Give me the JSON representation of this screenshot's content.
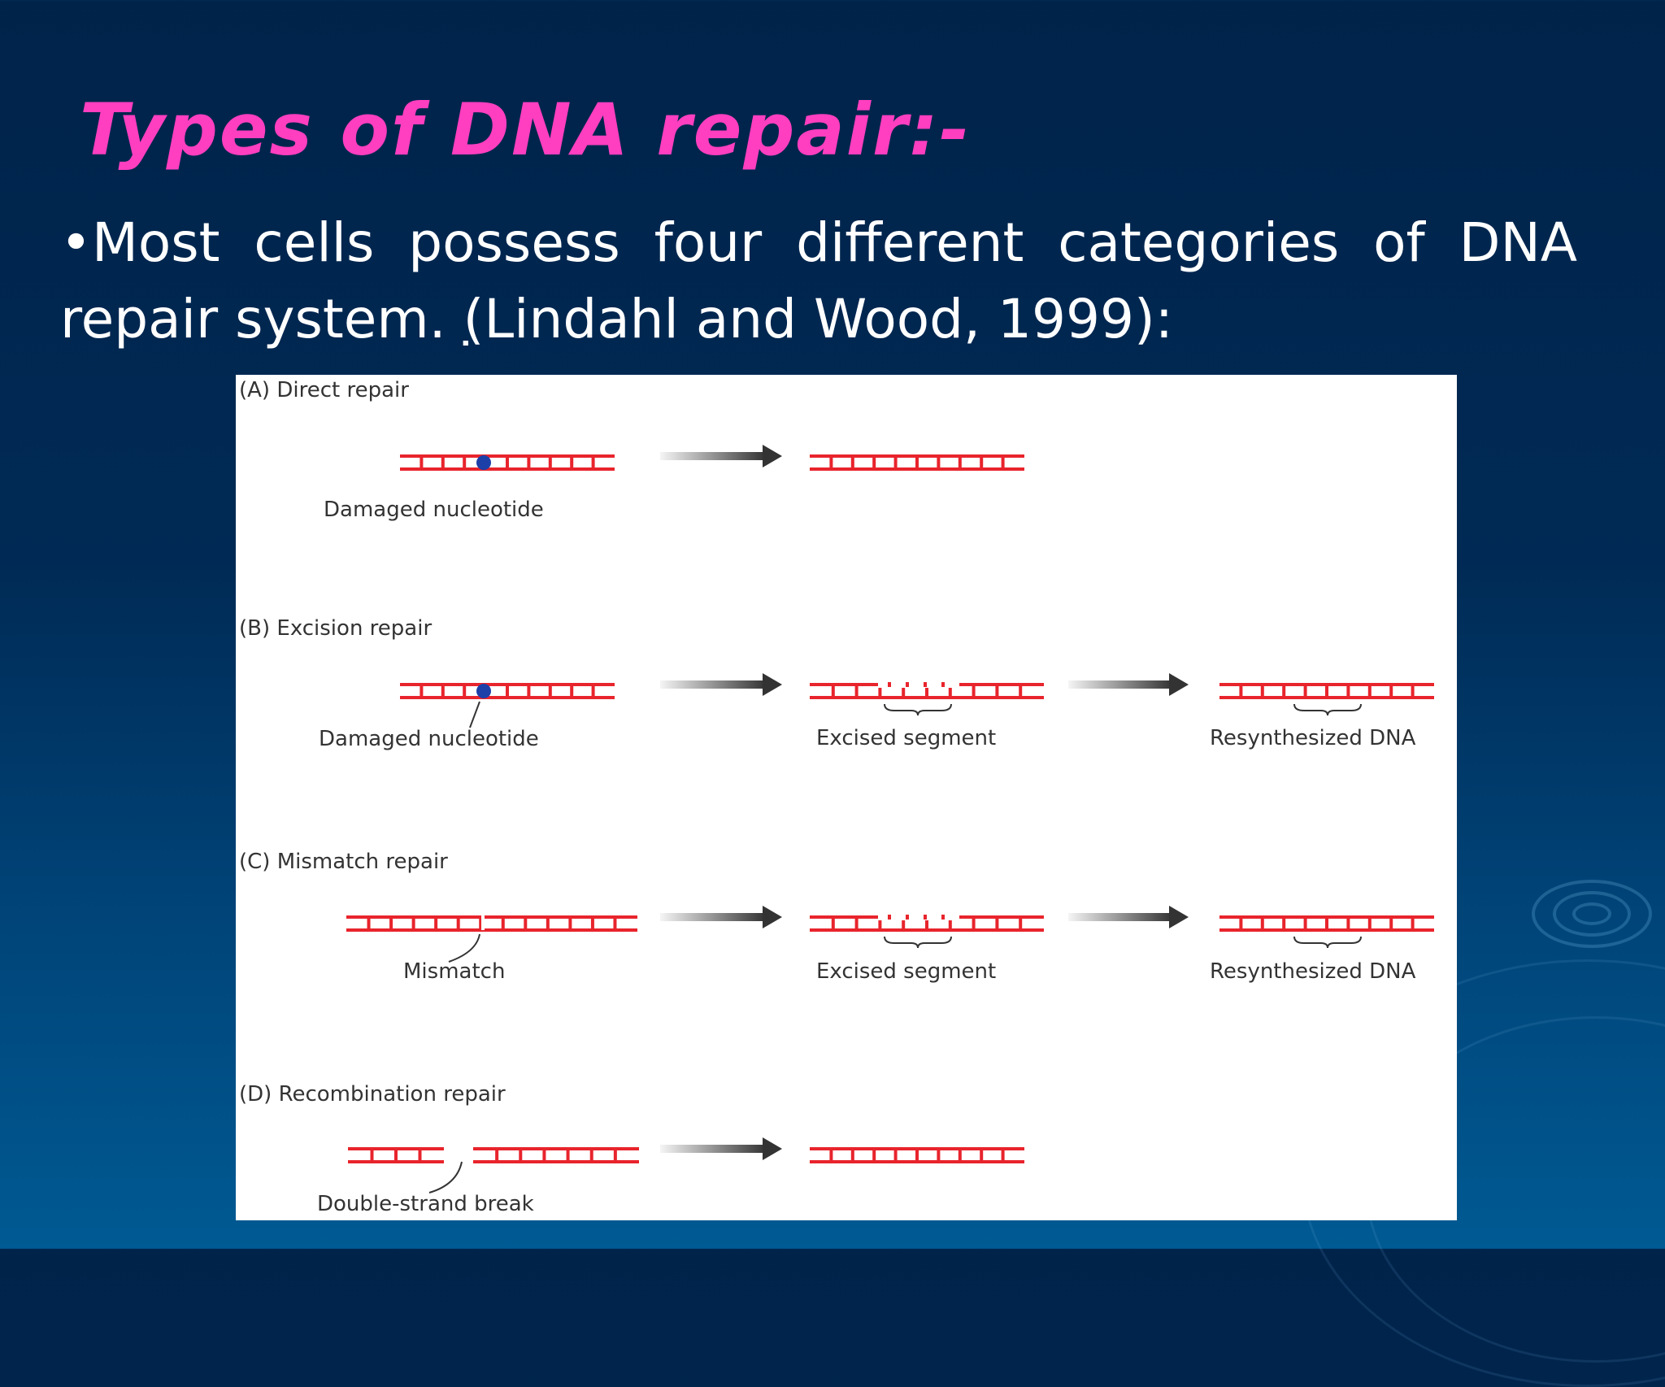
{
  "slide": {
    "title": "Types of DNA repair:-",
    "intro_bullet": "•",
    "intro_text": "Most cells possess four different categories of DNA repair system. ",
    "intro_citation_bracket": "(",
    "intro_citation": "Lindahl and Wood, 1999):"
  },
  "colors": {
    "title": "#ff3ec0",
    "body_text": "#ffffff",
    "background_top": "#00234a",
    "background_bottom": "#005a93",
    "dna_strand": "#e8242c",
    "damaged_nucleotide": "#1c3fa8",
    "arrow": "#333333",
    "figure_text": "#333333"
  },
  "figure": {
    "panels": [
      {
        "id": "A",
        "heading": "(A) Direct repair",
        "labels": [
          "Damaged nucleotide"
        ],
        "steps": [
          "damaged",
          "repaired"
        ]
      },
      {
        "id": "B",
        "heading": "(B) Excision repair",
        "labels": [
          "Damaged nucleotide",
          "Excised segment",
          "Resynthesized DNA"
        ],
        "steps": [
          "damaged",
          "excised",
          "resynthesized"
        ]
      },
      {
        "id": "C",
        "heading": "(C) Mismatch repair",
        "labels": [
          "Mismatch",
          "Excised segment",
          "Resynthesized DNA"
        ],
        "steps": [
          "mismatch",
          "excised",
          "resynthesized"
        ]
      },
      {
        "id": "D",
        "heading": "(D) Recombination repair",
        "labels": [
          "Double-strand break"
        ],
        "steps": [
          "broken",
          "repaired"
        ]
      }
    ]
  }
}
